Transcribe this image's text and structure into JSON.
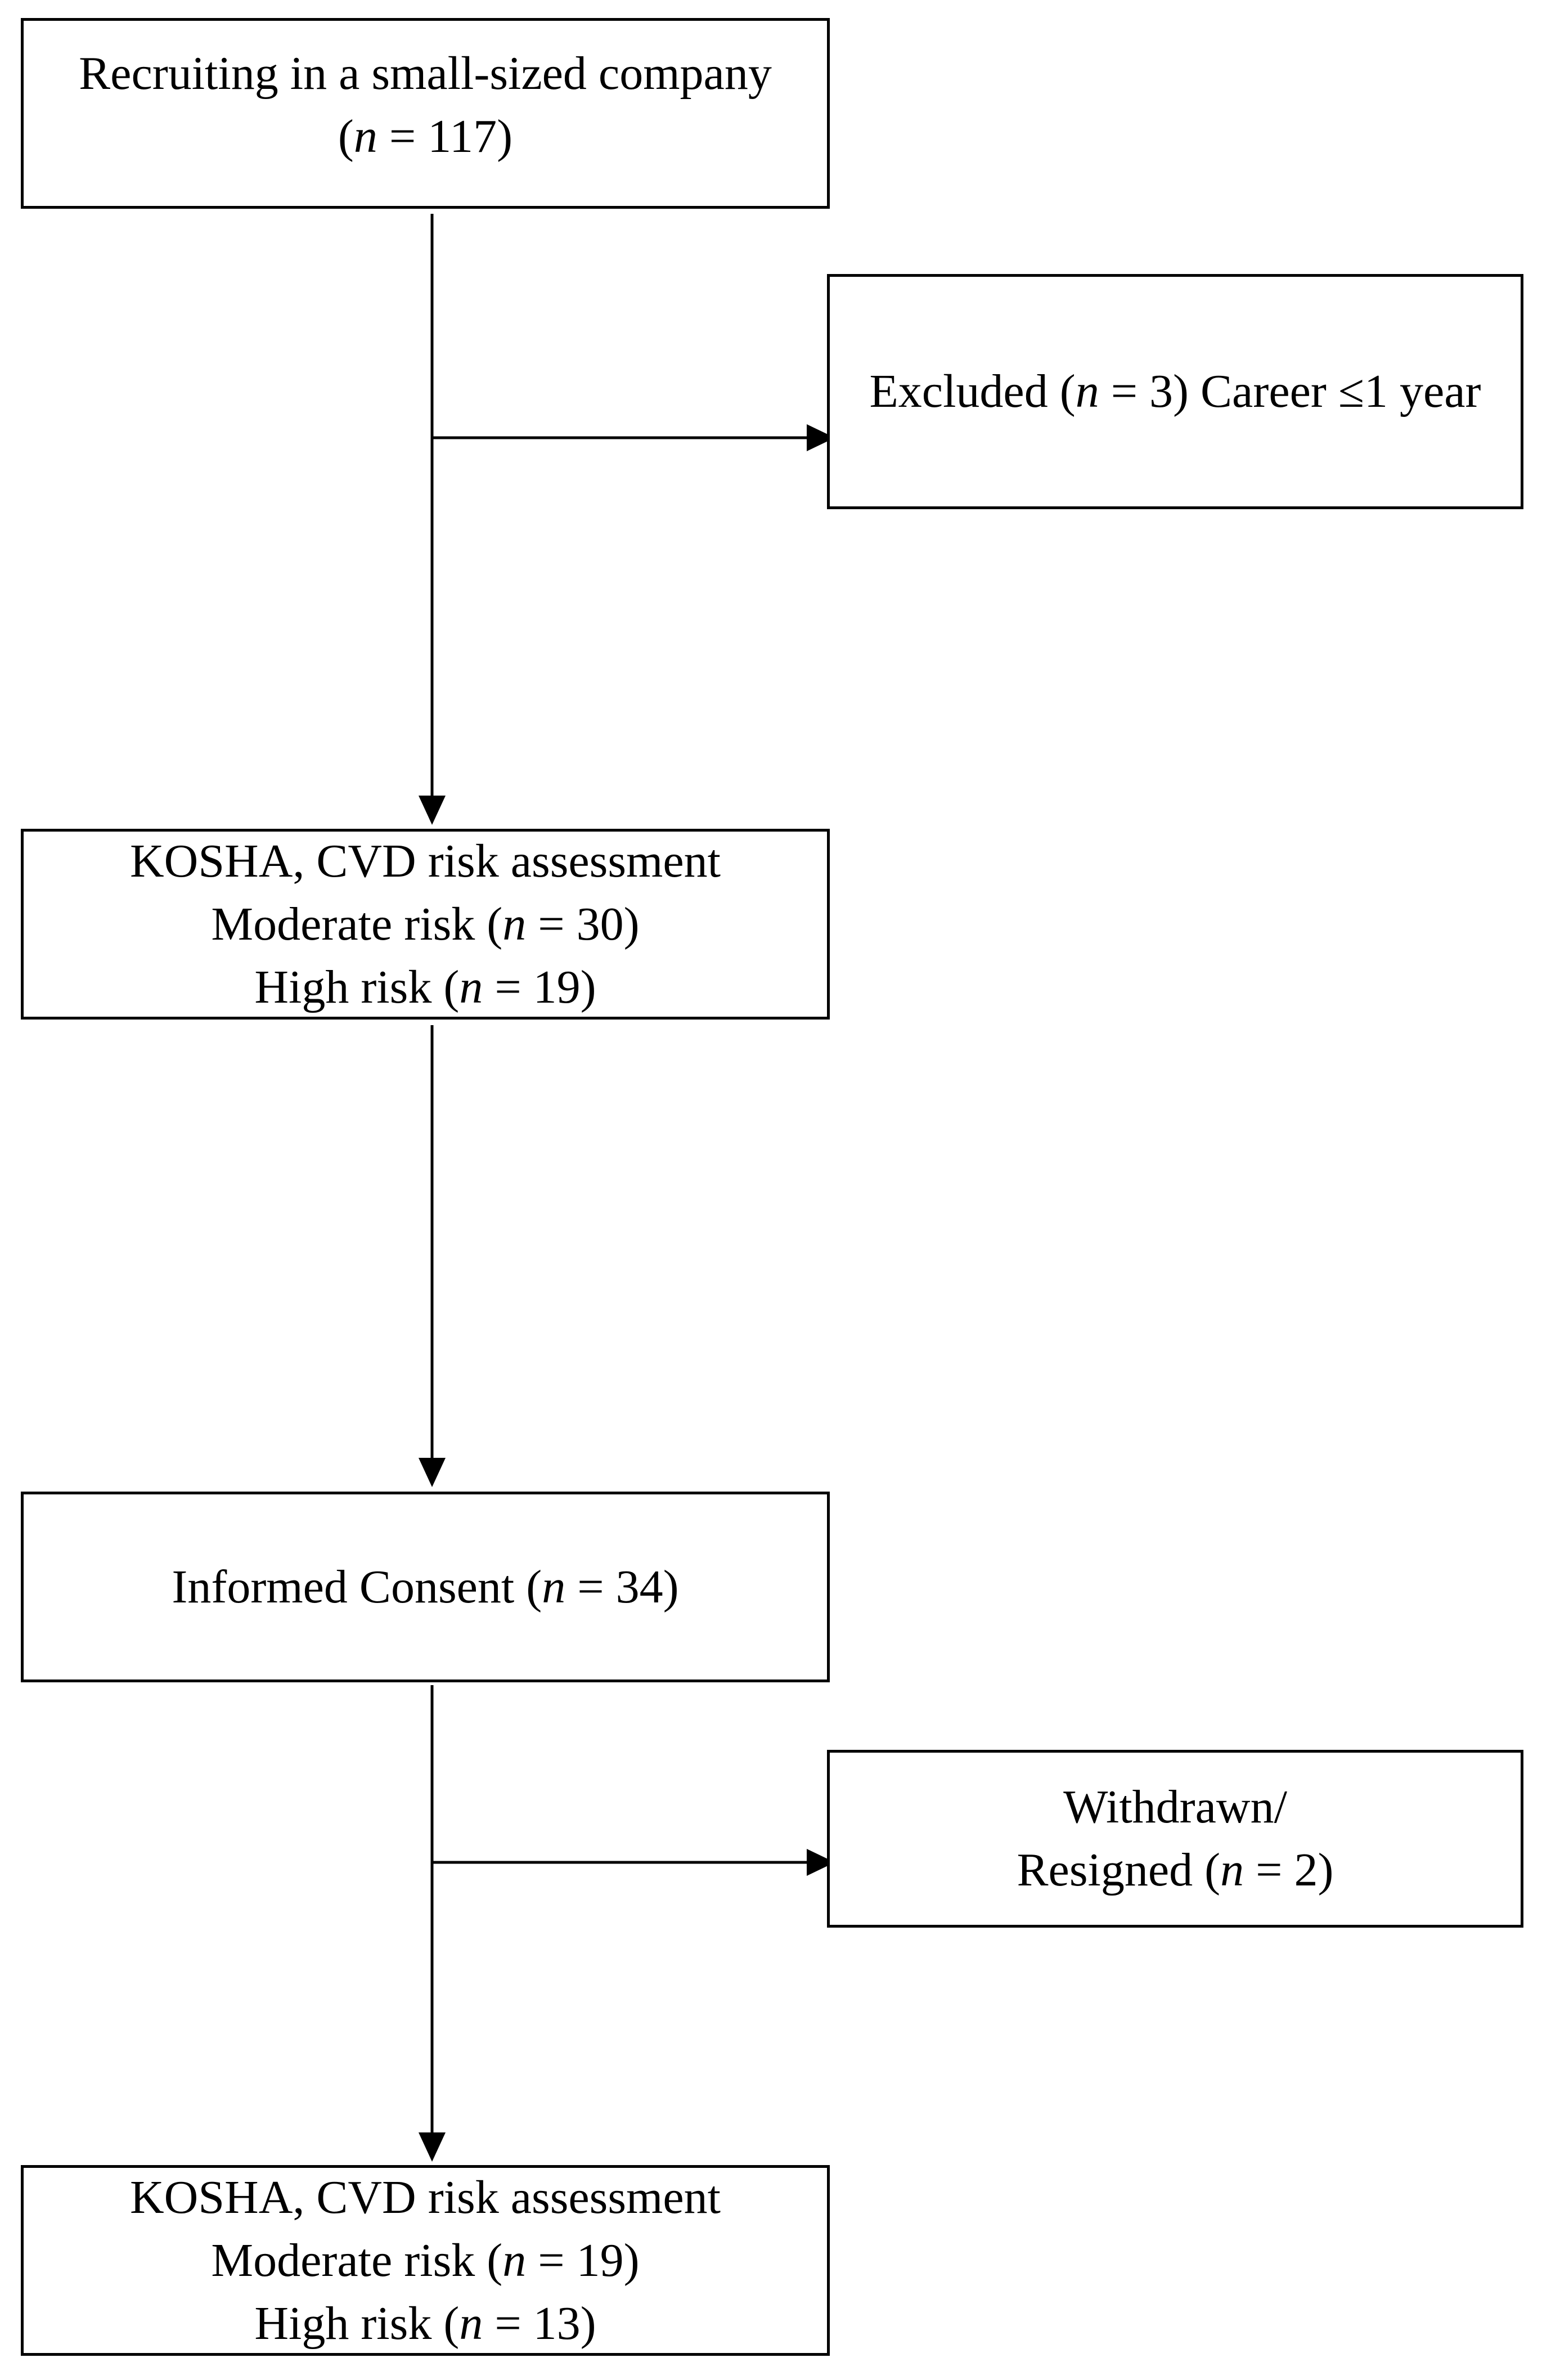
{
  "boxes": {
    "recruiting": {
      "line1": "Recruiting in a small-sized company",
      "line2_pre": "(",
      "line2_n": "n",
      "line2_post": " = 117)"
    },
    "excluded": {
      "pre": "Excluded (",
      "n": "n",
      "post": " = 3) Career ≤1 year"
    },
    "assessment_1": {
      "line1": "KOSHA, CVD risk assessment",
      "line2_pre": "Moderate risk (",
      "line2_n": "n",
      "line2_post": " = 30)",
      "line3_pre": "High risk (",
      "line3_n": "n",
      "line3_post": " = 19)"
    },
    "consent": {
      "pre": "Informed Consent (",
      "n": "n",
      "post": " = 34)"
    },
    "withdrawn": {
      "line1": "Withdrawn/",
      "line2_pre": "Resigned (",
      "line2_n": "n",
      "line2_post": " = 2)"
    },
    "assessment_2": {
      "line1": "KOSHA, CVD risk assessment",
      "line2_pre": "Moderate risk (",
      "line2_n": "n",
      "line2_post": " = 19)",
      "line3_pre": "High risk (",
      "line3_n": "n",
      "line3_post": " = 13)"
    }
  }
}
